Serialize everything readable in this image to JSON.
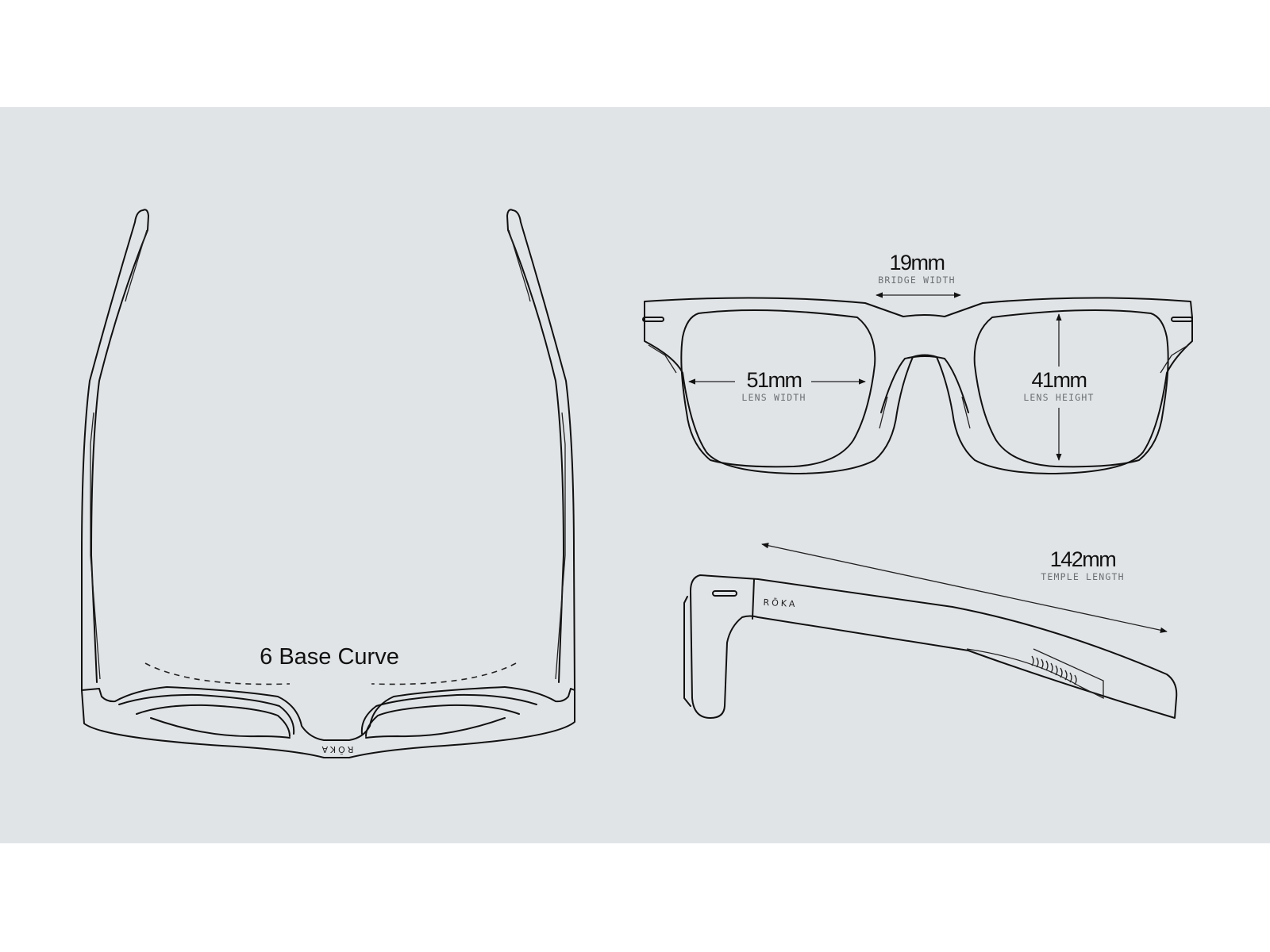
{
  "top_view": {
    "curve_label": "6 Base Curve",
    "brand": "RŌKA"
  },
  "front_view": {
    "bridge": {
      "value": "19mm",
      "label": "BRIDGE WIDTH"
    },
    "lens_width": {
      "value": "51mm",
      "label": "LENS WIDTH"
    },
    "lens_height": {
      "value": "41mm",
      "label": "LENS HEIGHT"
    }
  },
  "side_view": {
    "temple": {
      "value": "142mm",
      "label": "TEMPLE LENGTH"
    },
    "brand": "RŌKA"
  },
  "colors": {
    "background": "#ffffff",
    "panel": "#e1e4e7",
    "line": "#111111",
    "caption": "#6b6f73"
  }
}
